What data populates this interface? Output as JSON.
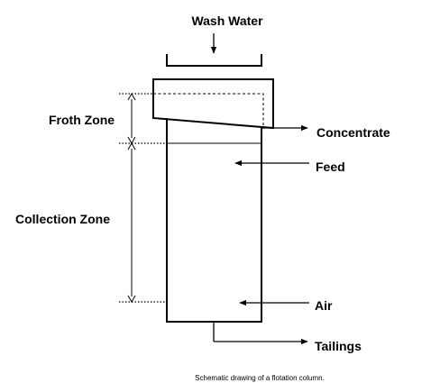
{
  "labels": {
    "wash_water": "Wash Water",
    "froth_zone": "Froth Zone",
    "collection_zone": "Collection Zone",
    "concentrate": "Concentrate",
    "feed": "Feed",
    "air": "Air",
    "tailings": "Tailings"
  },
  "caption": "Schematic drawing of a flotation column."
}
